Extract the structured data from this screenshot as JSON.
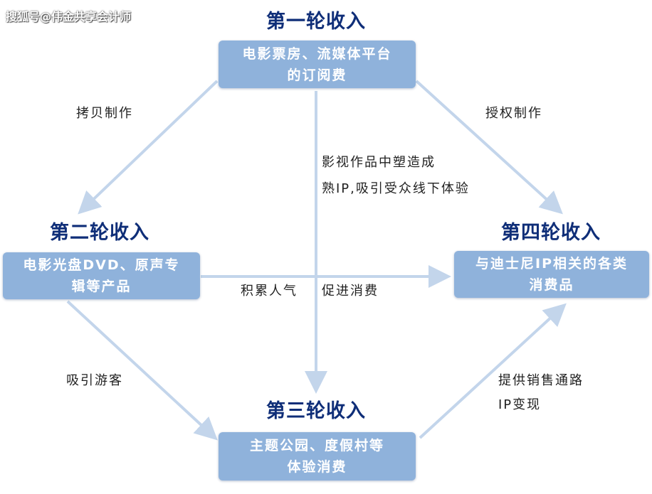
{
  "watermark": "搜狐号@伟金共享会计师",
  "stages": {
    "first": {
      "heading": "第一轮收入",
      "box": [
        "电影票房、流媒体平台",
        "的订阅费"
      ]
    },
    "second": {
      "heading": "第二轮收入",
      "box": [
        "电影光盘DVD、原声专",
        "辑等产品"
      ]
    },
    "third": {
      "heading": "第三轮收入",
      "box": [
        "主题公园、度假村等",
        "体验消费"
      ]
    },
    "fourth": {
      "heading": "第四轮收入",
      "box": [
        "与迪士尼IP相关的各类",
        "消费品"
      ]
    }
  },
  "edges": {
    "first_to_second": "拷贝制作",
    "first_to_fourth": "授权制作",
    "first_to_third": [
      "影视作品中塑造成",
      "熟IP,吸引受众线下体验"
    ],
    "second_to_fourth_left": "积累人气",
    "second_to_fourth_right": "促进消费",
    "second_to_third": "吸引游客",
    "third_to_fourth": [
      "提供销售通路",
      "IP变现"
    ]
  },
  "colors": {
    "heading": "#0f2e78",
    "box_fill": "#8fb2db",
    "arrow": "#c3d5eb"
  }
}
